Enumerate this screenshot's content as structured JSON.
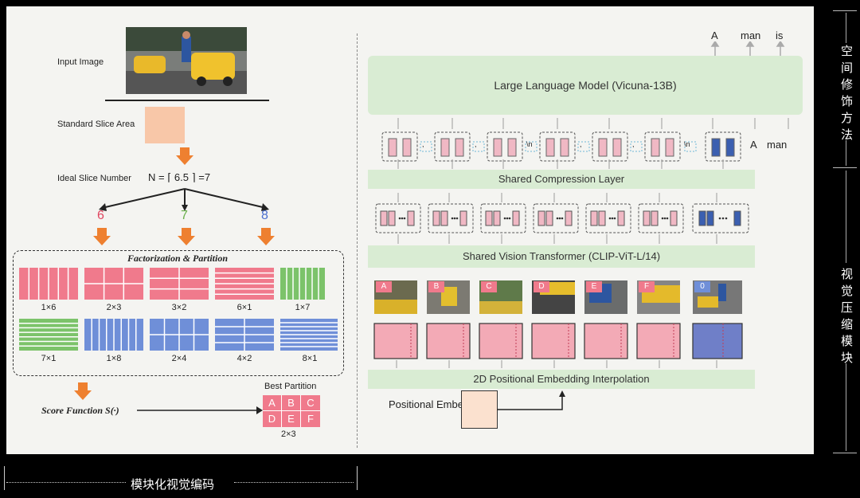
{
  "left": {
    "input_image_label": "Input Image",
    "standard_slice_label": "Standard Slice Area",
    "ideal_slice_label": "Ideal Slice Number",
    "formula": "N = ⌈ 6.5 ⌉ =7",
    "candidates": [
      "6",
      "7",
      "8"
    ],
    "candidate_colors": [
      "#e0455f",
      "#6ab04c",
      "#4a6fd0"
    ],
    "factorization_title": "Factorization & Partition",
    "partitions": [
      "1×6",
      "2×3",
      "3×2",
      "6×1",
      "1×7",
      "7×1",
      "1×8",
      "2×4",
      "4×2",
      "8×1"
    ],
    "score_function": "Score Function S(·)",
    "best_partition_label": "Best Partition",
    "best_cells": [
      "A",
      "B",
      "C",
      "D",
      "E",
      "F"
    ],
    "best_partition_size": "2×3"
  },
  "right": {
    "output_tokens": [
      "A",
      "man",
      "is"
    ],
    "input_tokens": [
      "A",
      "man"
    ],
    "llm_label": "Large Language Model (Vicuna-13B)",
    "separator_tokens": [
      ",",
      ",",
      "\\n",
      ",",
      ",",
      "\\n"
    ],
    "compression_label": "Shared Compression Layer",
    "vit_label": "Shared Vision Transformer (CLIP-ViT-L/14)",
    "slice_letters": [
      "A",
      "B",
      "C",
      "D",
      "E",
      "F",
      "0"
    ],
    "pos_interp_label": "2D Positional Embedding Interpolation",
    "pos_embed_label": "Positional Embedding"
  },
  "sidebar": {
    "top_caption": "空间修饰方法",
    "bottom_caption": "视觉压缩模块"
  },
  "caption": "模块化视觉编码",
  "colors": {
    "pink": "#f07a8c",
    "green": "#7cc36a",
    "blue": "#6f8fd8",
    "orange": "#ee8030",
    "bar_green": "#d9ecd3"
  }
}
